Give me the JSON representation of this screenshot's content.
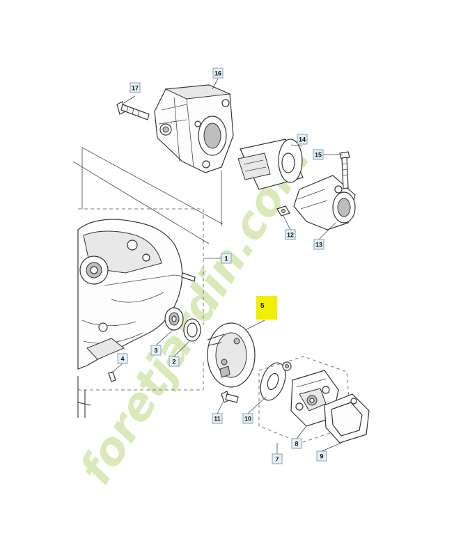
{
  "diagram": {
    "callouts": [
      {
        "id": "c1",
        "label": "1"
      },
      {
        "id": "c2",
        "label": "2"
      },
      {
        "id": "c3",
        "label": "3"
      },
      {
        "id": "c4",
        "label": "4"
      },
      {
        "id": "c5",
        "label": "5",
        "highlighted": true
      },
      {
        "id": "c7",
        "label": "7"
      },
      {
        "id": "c8",
        "label": "8"
      },
      {
        "id": "c9",
        "label": "9"
      },
      {
        "id": "c10",
        "label": "10"
      },
      {
        "id": "c11",
        "label": "11"
      },
      {
        "id": "c12",
        "label": "12"
      },
      {
        "id": "c13",
        "label": "13"
      },
      {
        "id": "c14",
        "label": "14"
      },
      {
        "id": "c15",
        "label": "15"
      },
      {
        "id": "c16",
        "label": "16"
      },
      {
        "id": "c17",
        "label": "17"
      }
    ],
    "highlight_color": "#f2ee00",
    "callout_fill": "#e6f1f5",
    "watermark": {
      "text": "foretjardin.com",
      "color": "#d9e9ba",
      "accent_color": "#f3ddc0"
    }
  }
}
